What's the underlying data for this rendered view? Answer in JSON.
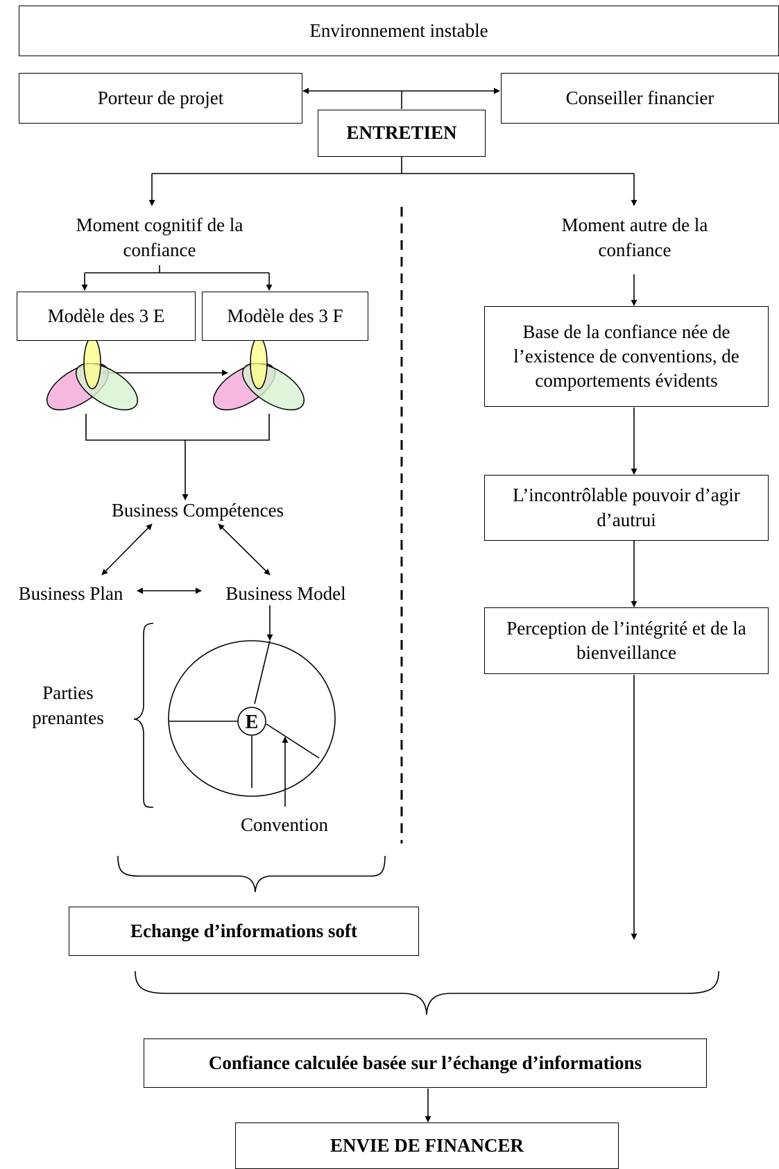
{
  "boxes": {
    "environment": "Environnement instable",
    "porteur": "Porteur de projet",
    "conseiller": "Conseiller financier",
    "entretien": "ENTRETIEN",
    "modele_3e": "Modèle des 3 E",
    "modele_3f": "Modèle des 3 F",
    "base_confiance": "Base de la confiance née de l’existence de conventions, de comportements évidents",
    "incontrolable": "L’incontrôlable pouvoir d’agir d’autrui",
    "perception": "Perception de l’intégrité et de la bienveillance",
    "echange_soft": "Echange d’informations soft",
    "confiance_calculee": "Confiance calculée basée sur l’échange d’informations",
    "envie": "ENVIE DE FINANCER"
  },
  "labels": {
    "moment_cognitif": "Moment cognitif de la confiance",
    "moment_autre": "Moment autre de la confiance",
    "business_competences": "Business Compétences",
    "business_plan": "Business Plan",
    "business_model": "Business Model",
    "parties_prenantes": "Parties prenantes",
    "convention": "Convention",
    "center_e": "E"
  },
  "colors": {
    "line": "#000000",
    "petal_yellow": "#ffff88",
    "petal_pink": "#f2a8d8",
    "petal_green": "#d6f2d0"
  }
}
